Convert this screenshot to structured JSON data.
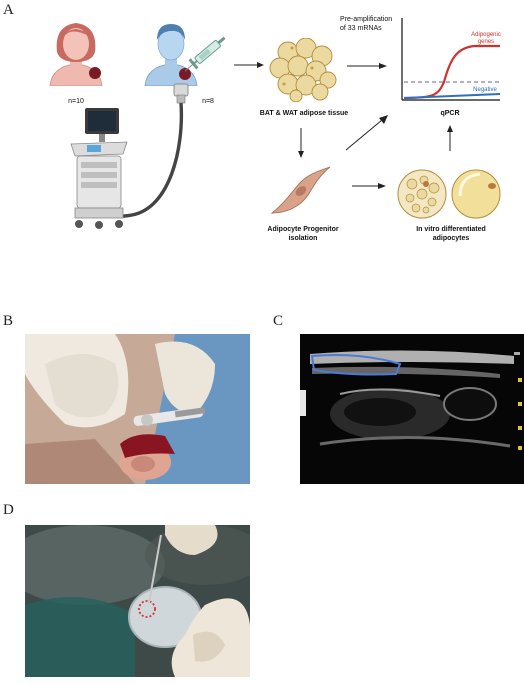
{
  "panels": {
    "a": "A",
    "b": "B",
    "c": "C",
    "d": "D"
  },
  "panel_a": {
    "n_left": "n=10",
    "n_right": "n=8",
    "tissue_label": "BAT & WAT adipose tissue",
    "preamp_line1": "Pre-amplification",
    "preamp_line2": "of 33 mRNAs",
    "qpcr_label": "qPCR",
    "adipogenic_line1": "Adipogenic",
    "adipogenic_line2": "genes",
    "negative_label": "Negative",
    "progenitor_line1": "Adipocyte Progenitor",
    "progenitor_line2": "isolation",
    "invitro_line1": "In vitro differentiated",
    "invitro_line2": "adipocytes"
  },
  "colors": {
    "adipogenic_curve": "#d0312d",
    "negative_curve": "#2f6fbf",
    "threshold": "#8a7fa8",
    "female_skin": "#f0b9b0",
    "male_skin": "#a9cbe9",
    "fat_cell": "#ecd9a0",
    "progenitor_cell": "#d9a38a",
    "biopsy_site": "#7a1a24",
    "ultrasound_vessel": "#4c7bd6"
  },
  "icons": {
    "female": "female-patient-icon",
    "male": "male-patient-icon",
    "scanner": "ultrasound-scanner-icon",
    "syringe": "syringe-icon"
  }
}
